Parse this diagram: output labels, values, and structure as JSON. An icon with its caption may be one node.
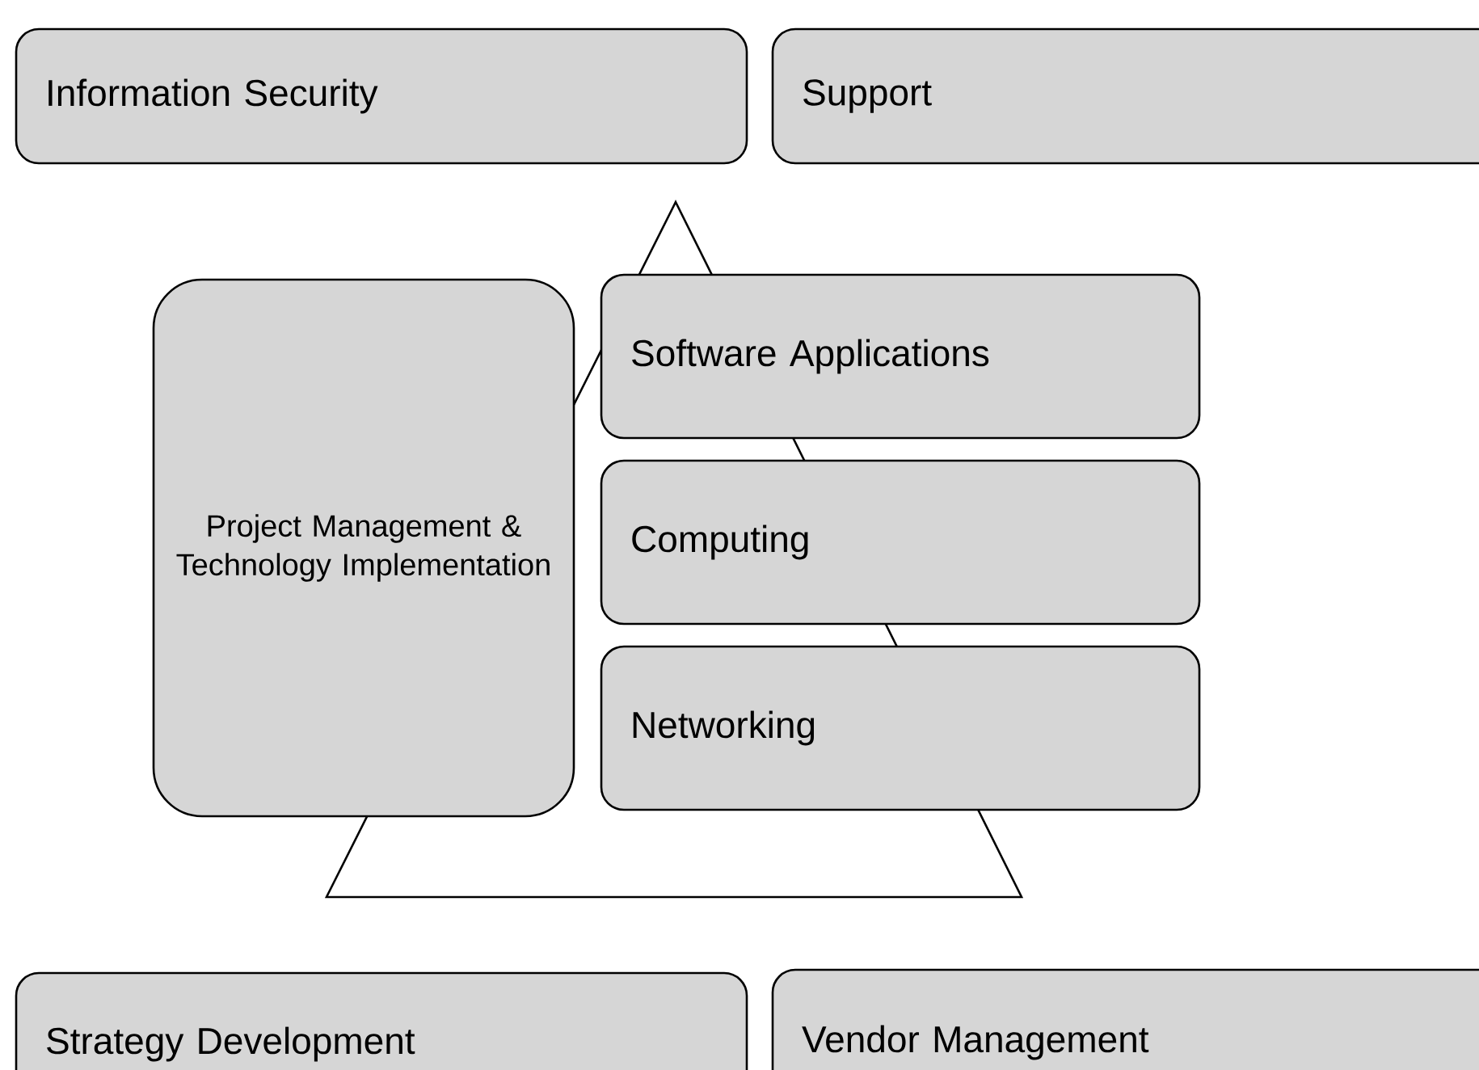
{
  "diagram": {
    "nodes": [
      {
        "text": [
          "Information Security"
        ]
      },
      {
        "text": [
          "Support"
        ]
      },
      {
        "text": [
          "Project Management & Technology Implementation"
        ]
      },
      {
        "text": [
          "Software Applications"
        ]
      },
      {
        "text": [
          "Computing"
        ]
      },
      {
        "text": [
          "Networking"
        ]
      },
      {
        "text": [
          "Strategy Development"
        ]
      },
      {
        "text": [
          "Vendor Management"
        ]
      }
    ]
  }
}
